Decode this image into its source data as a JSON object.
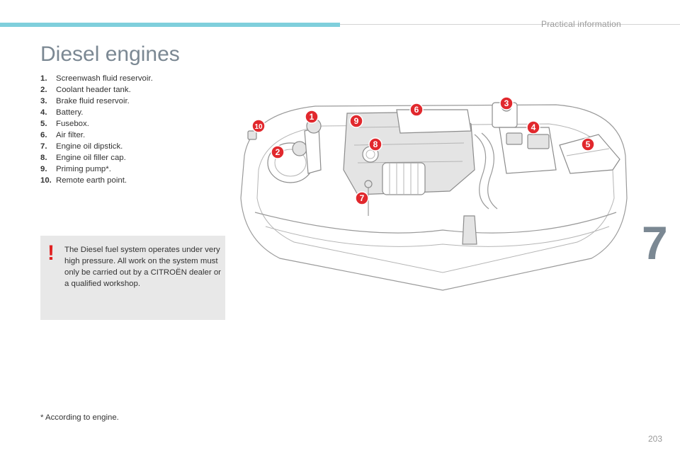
{
  "header": {
    "section": "Practical information"
  },
  "page_title": "Diesel engines",
  "parts": [
    {
      "num": "1.",
      "label": "Screenwash fluid reservoir."
    },
    {
      "num": "2.",
      "label": "Coolant header tank."
    },
    {
      "num": "3.",
      "label": "Brake fluid reservoir."
    },
    {
      "num": "4.",
      "label": "Battery."
    },
    {
      "num": "5.",
      "label": "Fusebox."
    },
    {
      "num": "6.",
      "label": "Air filter."
    },
    {
      "num": "7.",
      "label": "Engine oil dipstick."
    },
    {
      "num": "8.",
      "label": "Engine oil filler cap."
    },
    {
      "num": "9.",
      "label": "Priming pump*."
    },
    {
      "num": "10.",
      "label": "Remote earth point."
    }
  ],
  "callouts": [
    "1",
    "2",
    "3",
    "4",
    "5",
    "6",
    "7",
    "8",
    "9",
    "10"
  ],
  "warning": {
    "mark": "!",
    "text": "The Diesel fuel system operates under very high pressure. All work on the system must only be carried out by a CITROËN dealer or a qualified workshop."
  },
  "footnote": "* According to engine.",
  "chapter_number": "7",
  "page_number": "203",
  "colors": {
    "accent": "#7fcfdc",
    "title": "#7b8893",
    "callout": "#e1282d",
    "warning": "#e02020"
  }
}
